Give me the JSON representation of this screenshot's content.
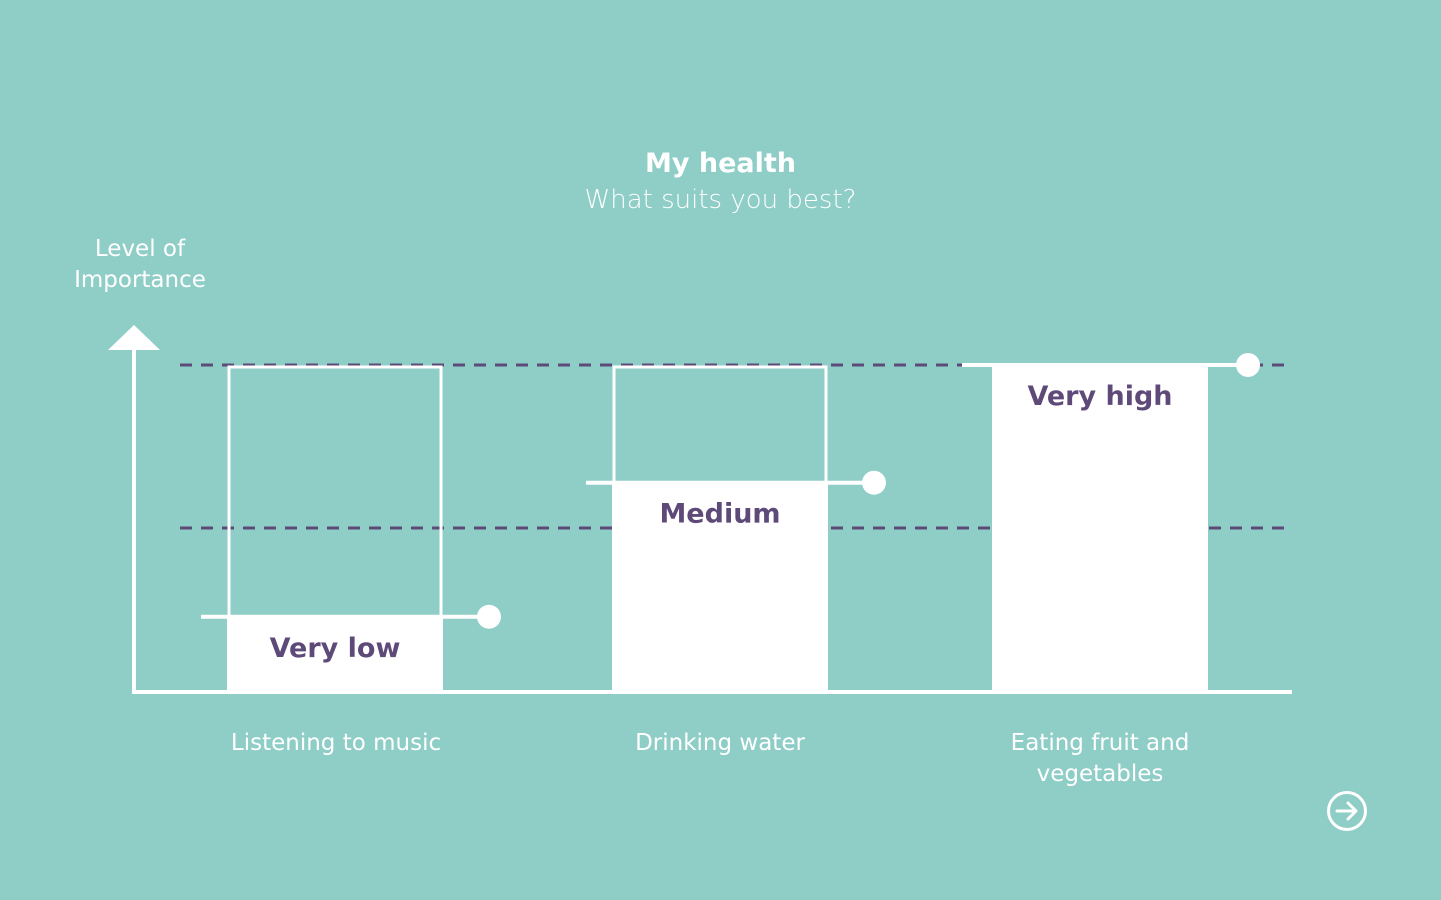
{
  "header": {
    "title": "My health",
    "subtitle": "What suits you best?"
  },
  "axis": {
    "ylabel_line1": "Level of",
    "ylabel_line2": "Importance"
  },
  "colors": {
    "background": "#8fcdc7",
    "foreground": "#ffffff",
    "accent": "#5e4a78"
  },
  "chart_data": {
    "type": "bar",
    "categories": [
      "Listening to music",
      "Drinking water",
      "Eating fruit and vegetables"
    ],
    "levels": [
      "Very low",
      "Medium",
      "Very high"
    ],
    "values": [
      0.23,
      0.64,
      1.0
    ],
    "value_labels": [
      "Very low",
      "Medium",
      "Very high"
    ],
    "ylabel": "Level of Importance",
    "ylim": [
      0,
      1
    ],
    "grid": "dashed at medium and very high"
  },
  "nav": {
    "next_icon": "arrow-right-circle-icon"
  }
}
